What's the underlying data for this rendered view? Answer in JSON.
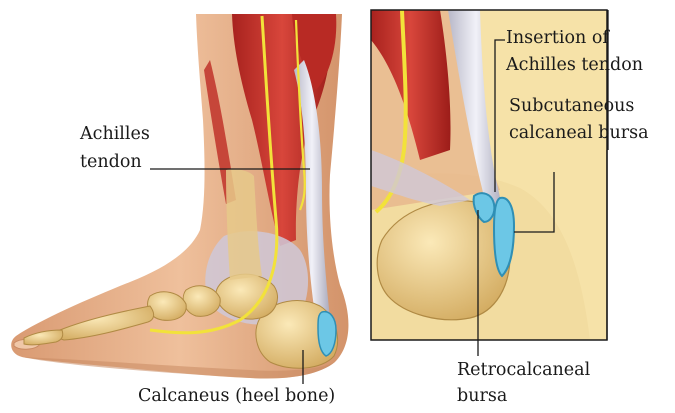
{
  "labels": {
    "achilles_tendon": [
      "Achilles",
      "tendon"
    ],
    "insertion": [
      "Insertion of",
      "Achilles tendon"
    ],
    "subcutaneous_bursa": [
      "Subcutaneous",
      "calcaneal bursa"
    ],
    "retrocalcaneal_bursa": [
      "Retrocalcaneal",
      "bursa"
    ],
    "calcaneus": "Calcaneus (heel bone)"
  },
  "colors": {
    "skin": "#e9b08a",
    "skin_shadow": "#c98a63",
    "muscle": "#c8322c",
    "tendon": "#dcdcea",
    "nerve": "#f2e23a",
    "bone": "#e8cd8c",
    "bursa": "#6cc7e6",
    "fat": "#f2dca0",
    "line": "#1a1a1a"
  }
}
